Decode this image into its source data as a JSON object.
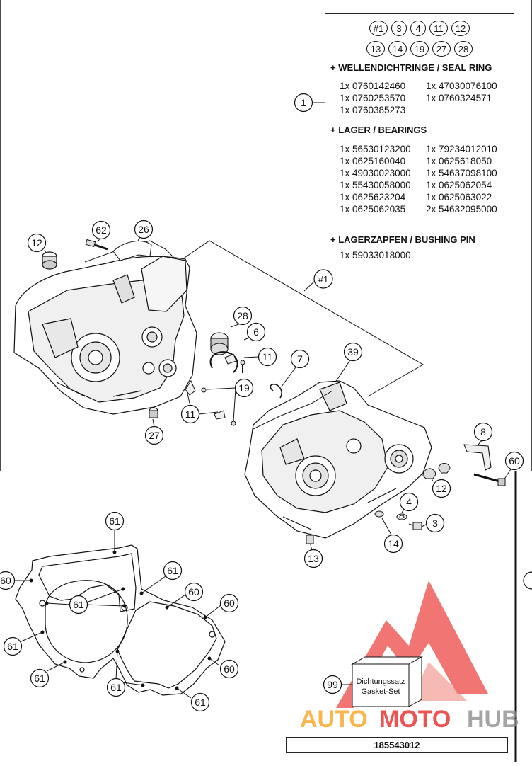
{
  "parts_box": {
    "tags_row1": [
      "#1",
      "3",
      "4",
      "11",
      "12"
    ],
    "tags_row2": [
      "13",
      "14",
      "19",
      "27",
      "28"
    ],
    "sections": [
      {
        "title": "+ WELLENDICHTRINGE / SEAL RING",
        "items": [
          "1x 0760142460",
          "1x 47030076100",
          "1x 0760253570",
          "1x 0760324571",
          "1x 0760385273"
        ]
      },
      {
        "title": "+ LAGER / BEARINGS",
        "items": [
          "1x 56530123200",
          "1x 79234012010",
          "1x 0625160040",
          "1x 0625618050",
          "1x 49030023000",
          "1x 54637098100",
          "1x 55430058000",
          "1x 0625062054",
          "1x 0625623204",
          "1x 0625063022",
          "1x 0625062035",
          "2x 54632095000"
        ]
      },
      {
        "title": "+ LAGERZAPFEN / BUSHING PIN",
        "items": [
          "1x 59033018000"
        ]
      }
    ]
  },
  "callouts": {
    "c1": "1",
    "c12a": "12",
    "c62": "62",
    "c26": "26",
    "c1hash": "#1",
    "c28": "28",
    "c6": "6",
    "c11a": "11",
    "c19": "19",
    "c11b": "11",
    "c27": "27",
    "c7": "7",
    "c39": "39",
    "c8": "8",
    "c60a": "60",
    "c12b": "12",
    "c4": "4",
    "c3": "3",
    "c14": "14",
    "c13": "13",
    "g61a": "61",
    "g60a": "60",
    "g61b": "61",
    "g61c": "61",
    "g60b": "60",
    "g60c": "60",
    "g61d": "61",
    "g61e": "61",
    "g61f": "61",
    "g60d": "60",
    "g61g": "61",
    "c99": "99"
  },
  "gasket_set": {
    "line1": "Dichtungssatz",
    "line2": "Gasket-Set"
  },
  "watermark": {
    "part1": "AUTO",
    "part2": "MOTO",
    "part3": "HUB"
  },
  "drawing_code": "185543012",
  "colors": {
    "watermark_red": "#e8231f",
    "watermark_orange": "#f7a21b",
    "watermark_gray": "#8c8c8c"
  }
}
